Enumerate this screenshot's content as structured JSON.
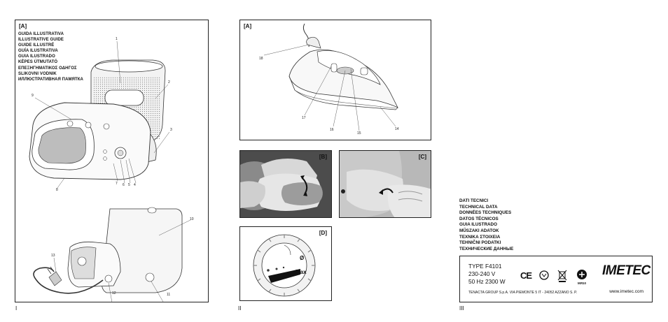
{
  "pages": {
    "left": {
      "tag": "[A]",
      "page_number": "I",
      "guide_titles": [
        "GUIDA ILLUSTRATIVA",
        "ILLUSTRATIVE GUIDE",
        "GUIDE ILLUSTRÉ",
        "GUÍA ILUSTRATIVA",
        "GUIA ILUSTRADO",
        "KÉPES ÚTMUTATÓ",
        "ΕΠΕΞΗΓΗΜΑΤΙΚΟΣ ΟΔΗΓΟΣ",
        "SLIKOVNI VODNIK",
        "ИЛЛЮСТРАТИВНАЯ ПАМЯТКА"
      ],
      "callouts": {
        "c1": "1",
        "c2": "2",
        "c3": "3",
        "c4": "4",
        "c5": "5",
        "c6": "6",
        "c7": "7",
        "c8": "8",
        "c9": "9",
        "c10": "10",
        "c11": "11",
        "c12": "12",
        "c13": "13"
      }
    },
    "middle": {
      "page_number": "II",
      "panel_a": {
        "tag": "[A]",
        "callouts": {
          "c14": "14",
          "c15": "15",
          "c16": "16",
          "c17": "17",
          "c18": "18"
        }
      },
      "panel_b": {
        "tag": "[B]"
      },
      "panel_c": {
        "tag": "[C]"
      },
      "panel_d": {
        "tag": "[D]",
        "dial_label": "Max",
        "dial_symbol": "Ø"
      }
    },
    "right": {
      "page_number": "III",
      "tech_titles": [
        "DATI TECNICI",
        "TECHNICAL DATA",
        "DONNÉES TECHNIQUES",
        "DATOS TÉCNICOS",
        "GUIA ILUSTRADO",
        "MŰSZAKI ADATOK",
        "ΤΕΧΝΙΚΑ ΣΤΟΙΧΕΙΑ",
        "TEHNIČNI PODATKI",
        "ТЕХНИЧЕСКИЕ ДАННЫЕ"
      ],
      "rating_plate": {
        "type": "TYPE F4101",
        "voltage": "230-240 V",
        "frequency_power": "50 Hz  2300 W",
        "ce_mark": "CE",
        "cert_code": "MЯ10",
        "brand": "IMETEC",
        "company": "TENACTA GROUP S.p.A. VIA PIEMONTE 5 IT - 24052 AZZANO S. P.",
        "website": "www.imetec.com"
      }
    }
  }
}
